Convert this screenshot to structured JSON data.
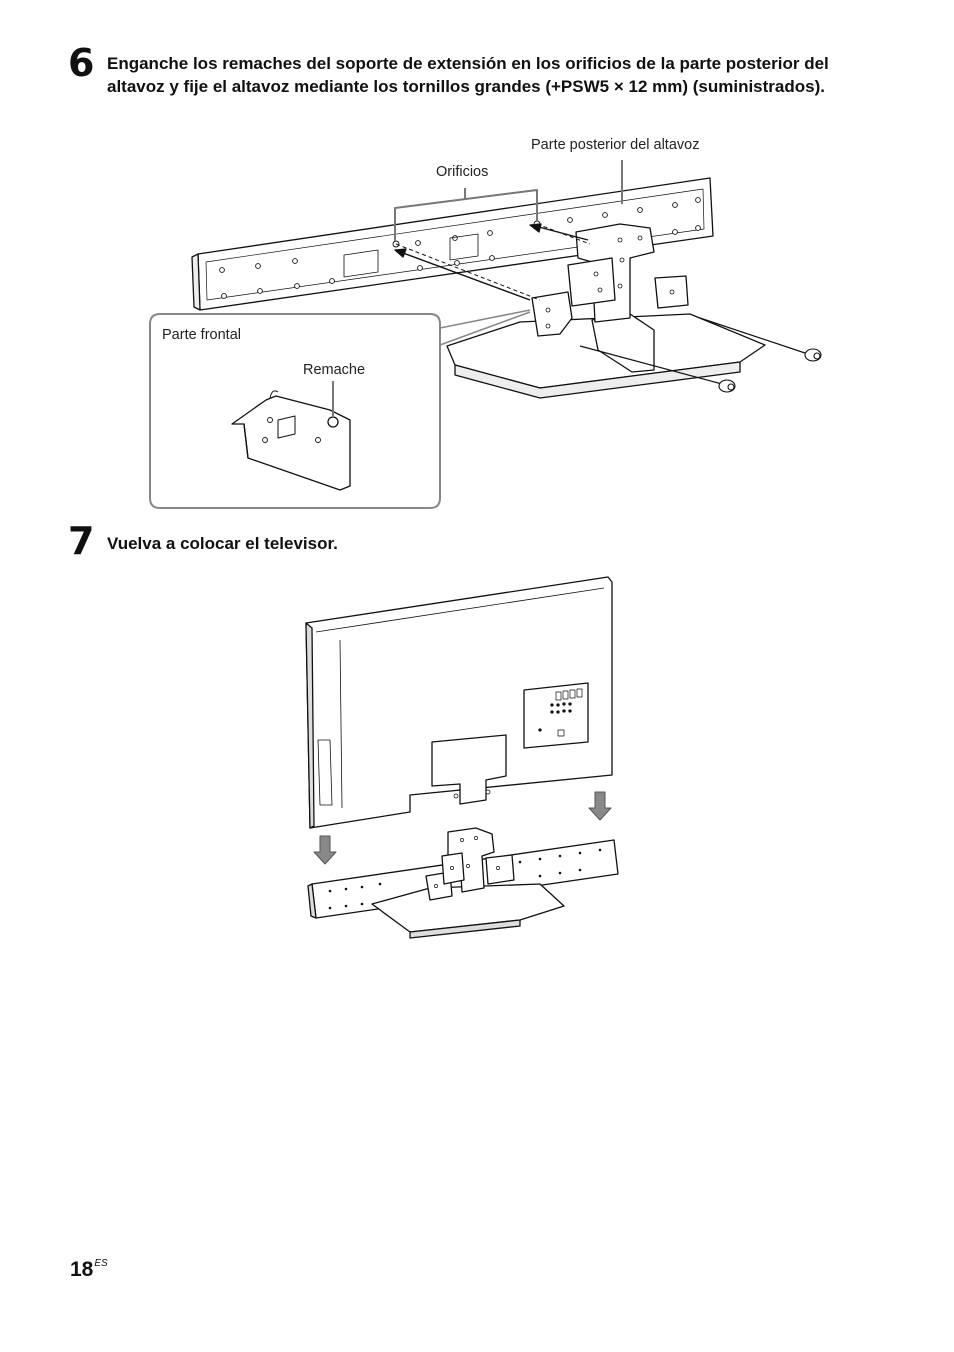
{
  "steps": [
    {
      "number": "6",
      "text": "Enganche los remaches del soporte de extensión en los orificios de la parte posterior del altavoz y fije el altavoz mediante los tornillos grandes (+PSW5 × 12 mm) (suministrados)."
    },
    {
      "number": "7",
      "text": "Vuelva a colocar el televisor."
    }
  ],
  "figure1": {
    "label_rear": "Parte posterior del altavoz",
    "label_holes": "Orificios",
    "label_front": "Parte frontal",
    "label_rivet": "Remache"
  },
  "figure2": {},
  "page": {
    "number": "18",
    "lang": "ES"
  }
}
